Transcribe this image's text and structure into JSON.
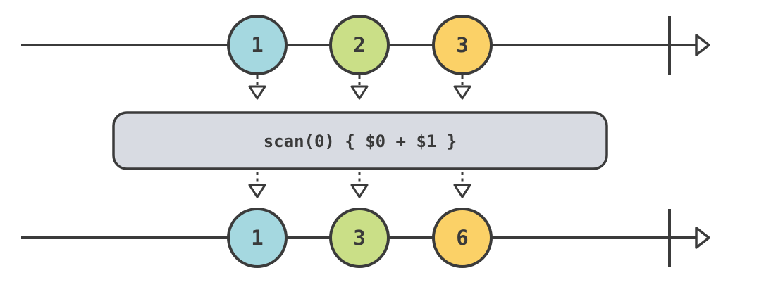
{
  "operator_box": {
    "label": "scan(0) { $0 + $1 }",
    "fill": "#d8dbe2"
  },
  "input_stream": {
    "marbles": [
      {
        "label": "1",
        "color": "#a5d8e0"
      },
      {
        "label": "2",
        "color": "#cadf87"
      },
      {
        "label": "3",
        "color": "#fbd167"
      }
    ]
  },
  "output_stream": {
    "marbles": [
      {
        "label": "1",
        "color": "#a5d8e0"
      },
      {
        "label": "3",
        "color": "#cadf87"
      },
      {
        "label": "6",
        "color": "#fbd167"
      }
    ]
  },
  "colors": {
    "stroke": "#3b3b3b",
    "label_text": "#3a3a3a",
    "operator_box_fill": "#d8dbe2",
    "background": "#ffffff"
  }
}
